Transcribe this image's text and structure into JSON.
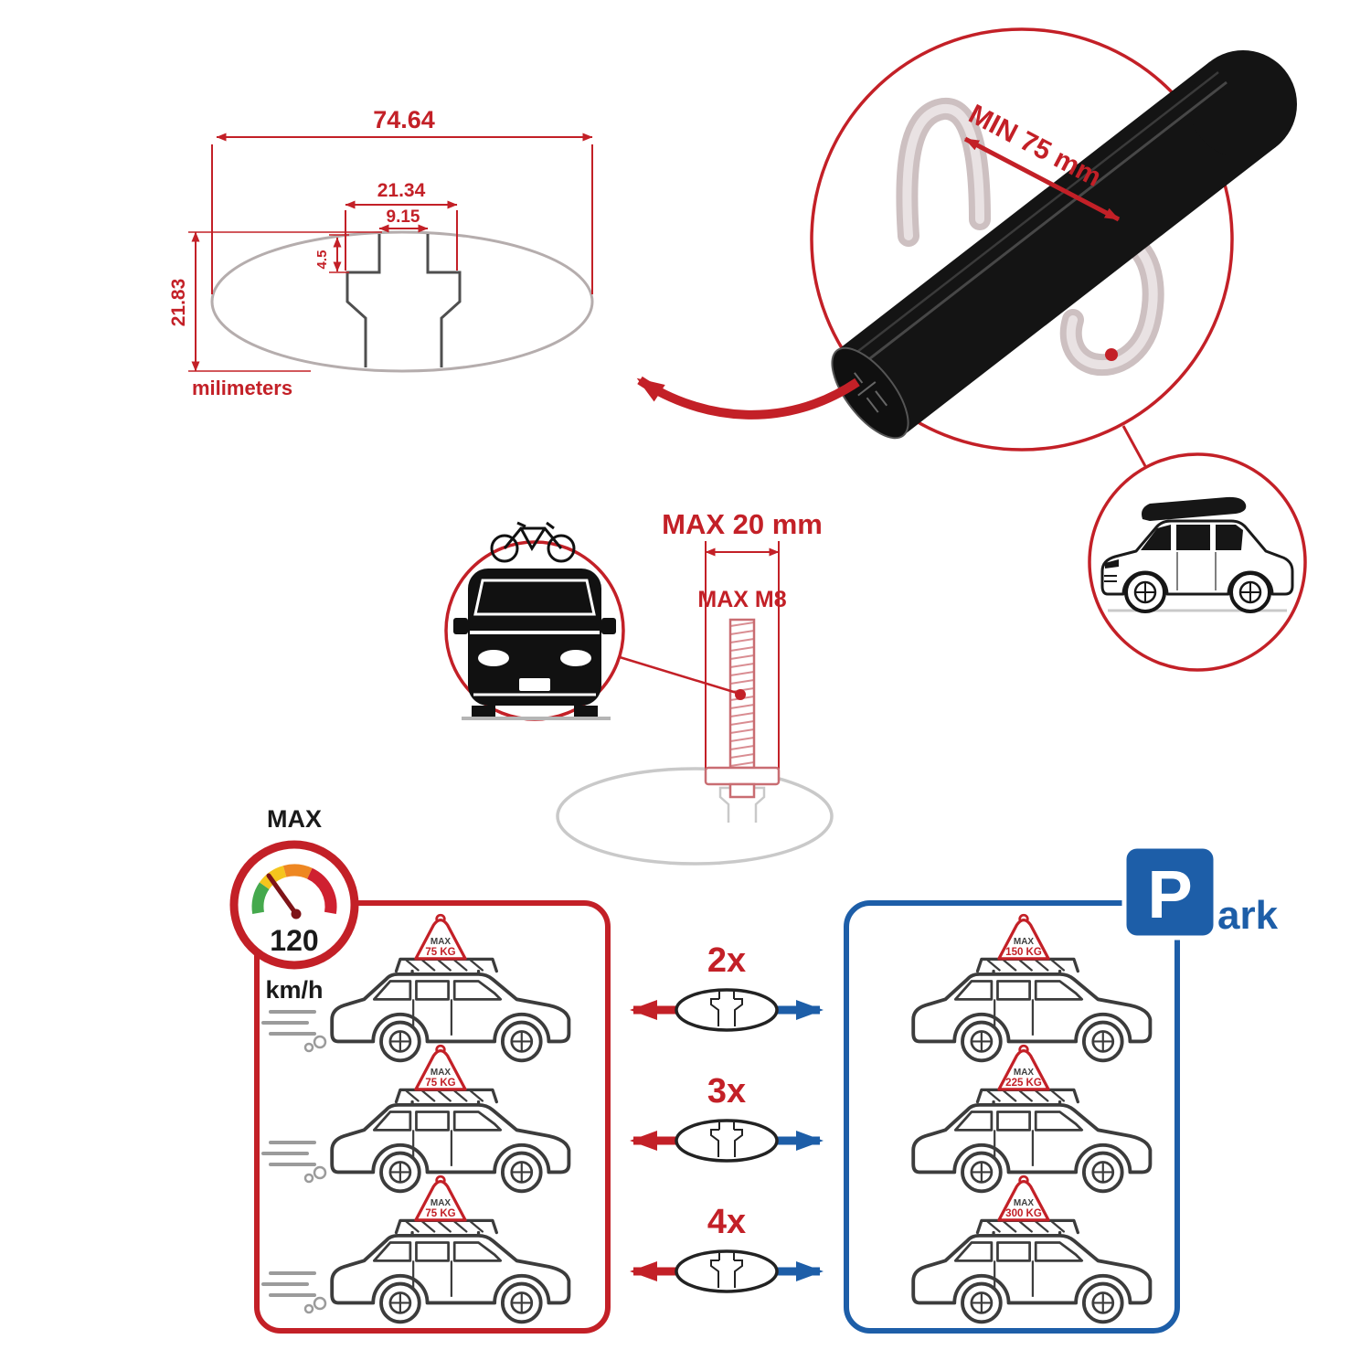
{
  "colors": {
    "red": "#c32027",
    "blue": "#1d5ea8",
    "bar_black": "#141414",
    "outline_gray": "#3c3c3c",
    "faded_gray": "#c9c9c9"
  },
  "profile_diagram": {
    "total_width": "74.64",
    "channel_width": "21.34",
    "slot_width": "9.15",
    "lip_depth": "4.5",
    "total_height": "21.83",
    "units_label": "milimeters"
  },
  "bar_detail": {
    "min_clamp_label": "MIN 75 mm"
  },
  "bolt_diagram": {
    "max_width_label": "MAX 20 mm",
    "max_thread_label": "MAX M8"
  },
  "speed_gauge": {
    "title": "MAX",
    "value": "120",
    "unit": "km/h"
  },
  "load_matrix": {
    "multipliers": [
      "2x",
      "3x",
      "4x"
    ],
    "driving_loads": [
      {
        "label": "MAX",
        "value": "75 KG"
      },
      {
        "label": "MAX",
        "value": "75 KG"
      },
      {
        "label": "MAX",
        "value": "75 KG"
      }
    ],
    "parked_loads": [
      {
        "label": "MAX",
        "value": "150 KG"
      },
      {
        "label": "MAX",
        "value": "225 KG"
      },
      {
        "label": "MAX",
        "value": "300 KG"
      }
    ]
  },
  "park_sign": {
    "letter": "P",
    "suffix": "ark"
  }
}
